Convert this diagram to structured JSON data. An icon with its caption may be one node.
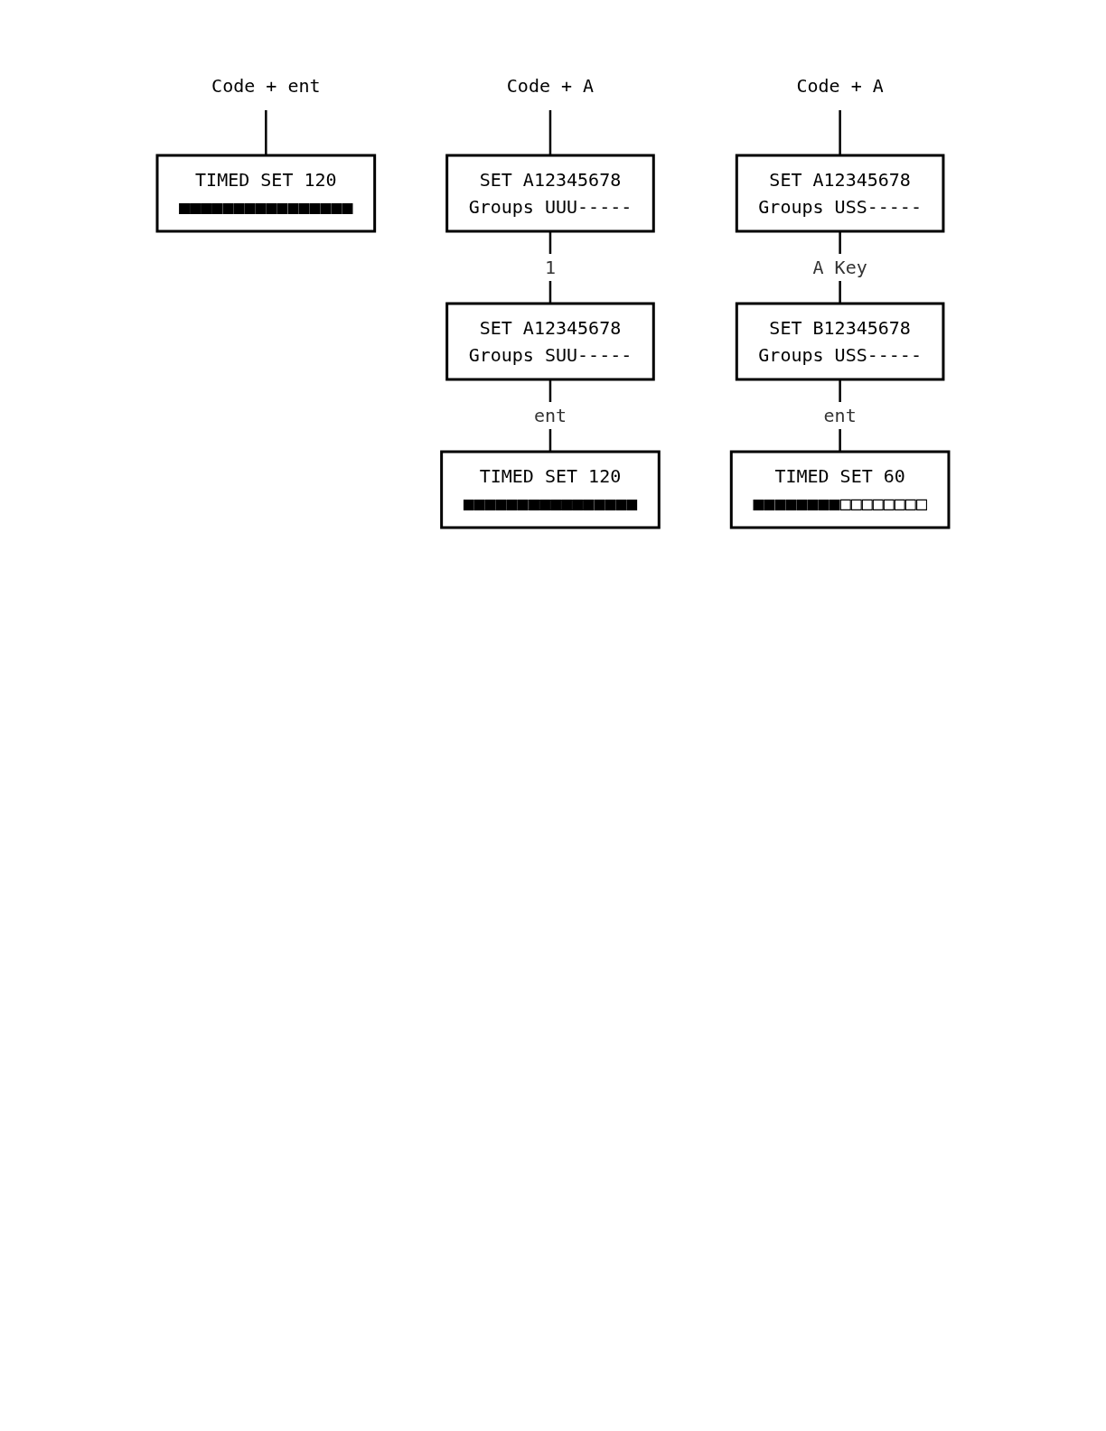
{
  "diagram": {
    "nodes": [
      {
        "text": [
          "Code + ent"
        ]
      },
      {
        "text": [
          "TIMED SET 120",
          "■■■■■■■■■■■■■■■■"
        ]
      },
      {
        "text": [
          "Code + A"
        ]
      },
      {
        "text": [
          "SET A12345678",
          "Groups UUU-----"
        ]
      },
      {
        "text": [
          "SET A12345678",
          "Groups SUU-----"
        ]
      },
      {
        "text": [
          "TIMED SET 120",
          "■■■■■■■■■■■■■■■■"
        ]
      },
      {
        "text": [
          "Code + A"
        ]
      },
      {
        "text": [
          "SET A12345678",
          "Groups USS-----"
        ]
      },
      {
        "text": [
          "SET B12345678",
          "Groups USS-----"
        ]
      },
      {
        "text": [
          "TIMED SET 60",
          "■■■■■■■■□□□□□□□□"
        ]
      }
    ],
    "edges": [
      {
        "from": 0,
        "to": 1,
        "arrow": "none"
      },
      {
        "from": 2,
        "to": 3,
        "arrow": "none"
      },
      {
        "from": 3,
        "to": 4,
        "arrow": "none",
        "label": "1"
      },
      {
        "from": 4,
        "to": 5,
        "arrow": "none",
        "label": "ent"
      },
      {
        "from": 6,
        "to": 7,
        "arrow": "none"
      },
      {
        "from": 7,
        "to": 8,
        "arrow": "none",
        "label": "A Key"
      },
      {
        "from": 8,
        "to": 9,
        "arrow": "none",
        "label": "ent"
      }
    ]
  }
}
